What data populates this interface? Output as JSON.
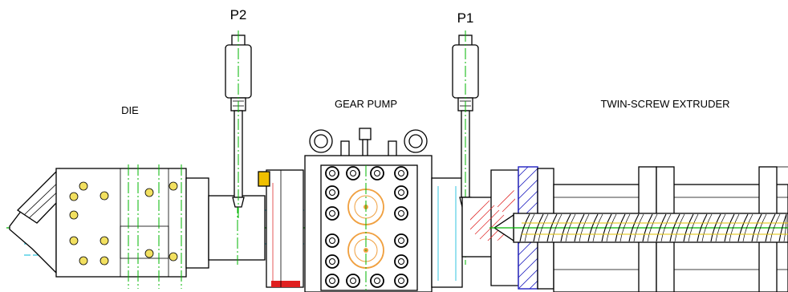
{
  "labels": {
    "die": "DIE",
    "gear_pump": "GEAR PUMP",
    "extruder": "TWIN-SCREW EXTRUDER",
    "p1": "P1",
    "p2": "P2"
  },
  "colors": {
    "outline": "#000000",
    "centerline_green": "#00b400",
    "centerline_cyan": "#00b8d8",
    "centerline_red": "#d00000",
    "hatch_red": "#e03030",
    "hatch_blue": "#2020c0",
    "gear": "#f0a040",
    "fitting": "#f0c000"
  },
  "icons": {
    "pressure_sensor": "pressure-transducer-icon",
    "gear": "gear-icon",
    "lifting_eye": "lifting-eye-icon",
    "screw": "screw-flight-icon"
  }
}
